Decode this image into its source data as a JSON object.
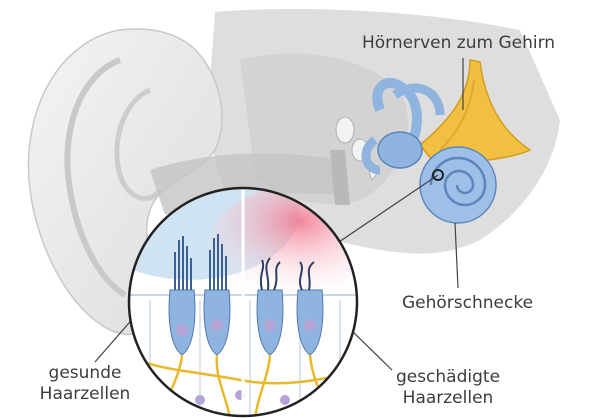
{
  "labels": {
    "auditory_nerve": "Hörnerven zum Gehirn",
    "cochlea": "Gehörschnecke",
    "healthy_line1": "gesunde",
    "healthy_line2": "Haarzellen",
    "damaged_line1": "geschädigte",
    "damaged_line2": "Haarzellen"
  },
  "colors": {
    "skin": "#e9e9e9",
    "bone": "#d4d4d4",
    "cochlea_blue": "#8fb4e0",
    "nerve_yellow": "#f1c040",
    "healthy_tint": "#cfe3f2",
    "damaged_tint": "#f2a8b5",
    "cell_purple": "#b5a4d6",
    "label_text": "#3d3d3d"
  }
}
